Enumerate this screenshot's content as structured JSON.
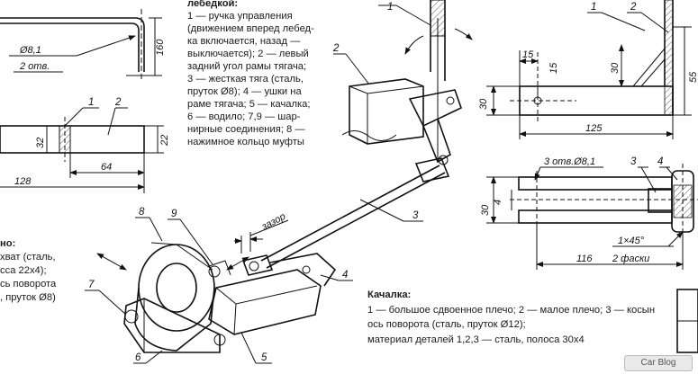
{
  "winch_note": {
    "heading": "лебедкой:",
    "lines": [
      "1 — ручка управления",
      "(движением вперед лебед-",
      "ка включается, назад —",
      "выключается); 2 — левый",
      "задний угол рамы тягача;",
      "3 — жесткая тяга (сталь,",
      "пруток Ø8); 4 — ушки на",
      "раме тягача; 5 — качалка;",
      "6 — водило; 7,9 — шар-",
      "нирные соединения; 8 —",
      "нажимное кольцо муфты"
    ]
  },
  "left_note": {
    "lines": [
      "но:",
      "хват (сталь,",
      "сса 22х4);",
      "сь поворота",
      ", пруток Ø8)"
    ]
  },
  "rocker_note": {
    "heading": "Качалка:",
    "lines": [
      "1 — большое сдвоенное плечо; 2 — малое плечо; 3 — косын",
      "ось поворота (сталь, пруток Ø12);",
      "материал деталей 1,2,3 — сталь, полоса 30х4"
    ]
  },
  "left_drawing": {
    "dims": {
      "hole": "Ø8,1",
      "holes_count": "2 отв.",
      "height": "160",
      "width_inner": "32",
      "width_right": "22",
      "length_64": "64",
      "length_128": "128"
    },
    "callouts": [
      "1",
      "2"
    ]
  },
  "right_drawing": {
    "dims": {
      "d15a": "15",
      "d15b": "15",
      "d30a": "30",
      "d30b": "30",
      "d55": "55",
      "d125": "125",
      "holes": "3 отв.Ø8,1",
      "d30c": "30",
      "d4": "4",
      "d116": "116",
      "chamfer": "1×45°",
      "chamfers": "2 фаски"
    },
    "callouts": [
      "1",
      "2",
      "3",
      "4"
    ]
  },
  "assembly": {
    "gap_label": "зазор",
    "callouts": [
      "1",
      "2",
      "3",
      "4",
      "5",
      "6",
      "7",
      "8",
      "9"
    ]
  },
  "watermark": "Car Blog"
}
